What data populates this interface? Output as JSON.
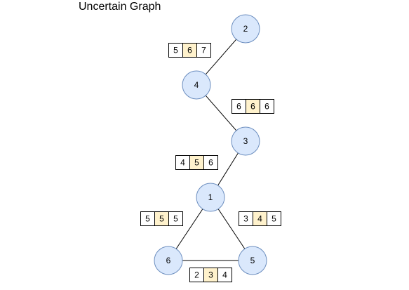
{
  "title": "Uncertain Graph",
  "colors": {
    "node_fill": "#dae8fc",
    "node_stroke": "#6c8ebf",
    "cell_fill": "#ffffff",
    "cell_highlight_fill": "#fff2cc",
    "edge": "#000000"
  },
  "nodes": [
    {
      "id": "2",
      "label": "2"
    },
    {
      "id": "4",
      "label": "4"
    },
    {
      "id": "3",
      "label": "3"
    },
    {
      "id": "1",
      "label": "1"
    },
    {
      "id": "6",
      "label": "6"
    },
    {
      "id": "5",
      "label": "5"
    }
  ],
  "edges": [
    {
      "from": "2",
      "to": "4",
      "values": [
        "5",
        "6",
        "7"
      ],
      "highlight_index": 1
    },
    {
      "from": "4",
      "to": "3",
      "values": [
        "6",
        "6",
        "6"
      ],
      "highlight_index": 1
    },
    {
      "from": "3",
      "to": "1",
      "values": [
        "4",
        "5",
        "6"
      ],
      "highlight_index": 1
    },
    {
      "from": "1",
      "to": "6",
      "values": [
        "5",
        "5",
        "5"
      ],
      "highlight_index": 1
    },
    {
      "from": "1",
      "to": "5",
      "values": [
        "3",
        "4",
        "5"
      ],
      "highlight_index": 1
    },
    {
      "from": "6",
      "to": "5",
      "values": [
        "2",
        "3",
        "4"
      ],
      "highlight_index": 1
    }
  ]
}
